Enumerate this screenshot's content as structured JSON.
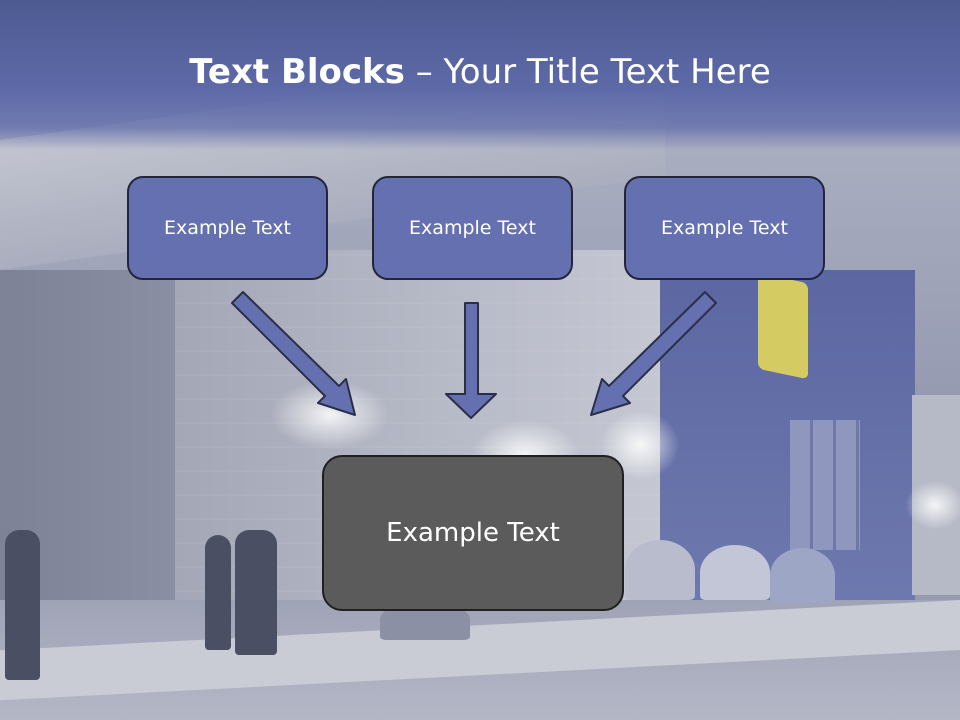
{
  "title": {
    "bold": "Text Blocks",
    "dash": " – ",
    "rest": "Your Title Text Here"
  },
  "blocks": [
    {
      "label": "Example Text"
    },
    {
      "label": "Example Text"
    },
    {
      "label": "Example Text"
    }
  ],
  "center_block": {
    "label": "Example Text"
  },
  "colors": {
    "header": "#5e6aa8",
    "block_fill": "#6470b0",
    "block_border": "#22263a",
    "center_fill": "#5b5b5b",
    "arrow_fill": "#6470b0"
  }
}
